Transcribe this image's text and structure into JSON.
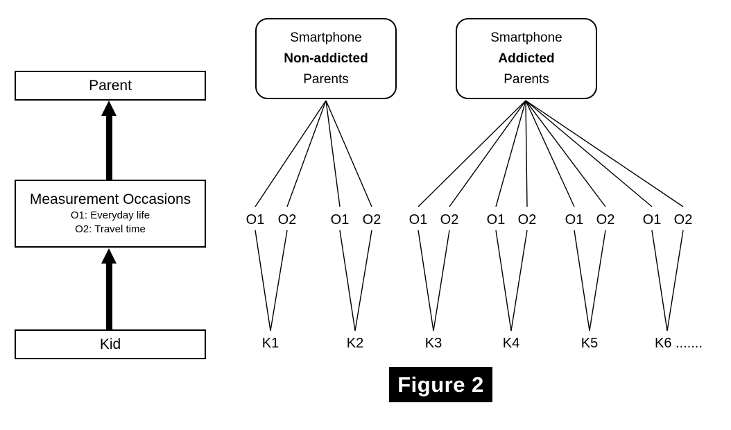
{
  "figure": {
    "caption": "Figure 2",
    "caption_bg": "#000000",
    "caption_fg": "#ffffff"
  },
  "legend_panel": {
    "boxes": [
      {
        "name": "parent",
        "title": "Parent",
        "sub1": "",
        "sub2": ""
      },
      {
        "name": "measurement-occasions",
        "title": "Measurement Occasions",
        "sub1": "O1: Everyday life",
        "sub2": "O2: Travel time"
      },
      {
        "name": "kid",
        "title": "Kid",
        "sub1": "",
        "sub2": ""
      }
    ],
    "arrows": [
      {
        "name": "kid-to-measurement",
        "direction": "up"
      },
      {
        "name": "measurement-to-parent",
        "direction": "up"
      }
    ]
  },
  "tree_panel": {
    "groups": [
      {
        "name": "non-addicted",
        "line1": "Smartphone",
        "line2": "Non-addicted",
        "line3": "Parents",
        "kids": [
          {
            "label": "K1",
            "occasions": [
              "O1",
              "O2"
            ]
          },
          {
            "label": "K2",
            "occasions": [
              "O1",
              "O2"
            ]
          }
        ]
      },
      {
        "name": "addicted",
        "line1": "Smartphone",
        "line2": "Addicted",
        "line3": "Parents",
        "kids": [
          {
            "label": "K3",
            "occasions": [
              "O1",
              "O2"
            ]
          },
          {
            "label": "K4",
            "occasions": [
              "O1",
              "O2"
            ]
          },
          {
            "label": "K5",
            "occasions": [
              "O1",
              "O2"
            ]
          },
          {
            "label": "K6 .......",
            "occasions": [
              "O1",
              "O2"
            ]
          }
        ]
      }
    ]
  },
  "colors": {
    "stroke": "#000000",
    "background": "#ffffff"
  }
}
